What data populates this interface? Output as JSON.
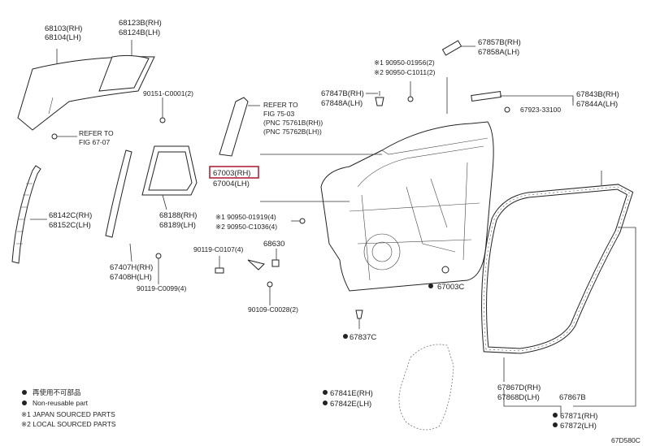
{
  "labels": {
    "p68103": "68103(RH)",
    "p68104": "68104(LH)",
    "p68123": "68123B(RH)",
    "p68124": "68124B(LH)",
    "p90151": "90151-C0001(2)",
    "refer1a": "REFER TO",
    "refer1b": "FIG 67-07",
    "refer2a": "REFER TO",
    "refer2b": "FIG 75-03",
    "pnc1": "(PNC 75761B(RH))",
    "pnc2": "(PNC 75762B(LH))",
    "p68142": "68142C(RH)",
    "p68152": "68152C(LH)",
    "p68188": "68188(RH)",
    "p68189": "68189(LH)",
    "p67407": "67407H(RH)",
    "p67408": "67408H(LH)",
    "p90119b": "90119-C0099(4)",
    "p67003rh": "67003(RH)",
    "p67004lh": "67004(LH)",
    "p90950a": "※1 90950-01919(4)",
    "p90950b": "※2 90950-C1036(4)",
    "p90119a": "90119-C0107(4)",
    "p68630": "68630",
    "p90109": "90109-C0028(2)",
    "p67847": "67847B(RH)",
    "p67848": "67848A(LH)",
    "p90950c": "※1 90950-01956(2)",
    "p90950d": "※2 90950-C1011(2)",
    "p67857": "67857B(RH)",
    "p67858": "67858A(LH)",
    "p67843": "67843B(RH)",
    "p67844": "67844A(LH)",
    "p67923": "67923-33100",
    "p67003c": "67003C",
    "p67837": "67837C",
    "p67841": "67841E(RH)",
    "p67842": "67842E(LH)",
    "p67867": "67867D(RH)",
    "p67868": "67868D(LH)",
    "p67867b": "67867B",
    "p67871": "67871(RH)",
    "p67872": "67872(LH)",
    "legend1": "再使用不可部品",
    "legend2": "Non-reusable part",
    "legend3": "※1 JAPAN SOURCED PARTS",
    "legend4": "※2 LOCAL SOURCED PARTS",
    "figid": "67D580C"
  },
  "highlight_color": "#b0243c"
}
